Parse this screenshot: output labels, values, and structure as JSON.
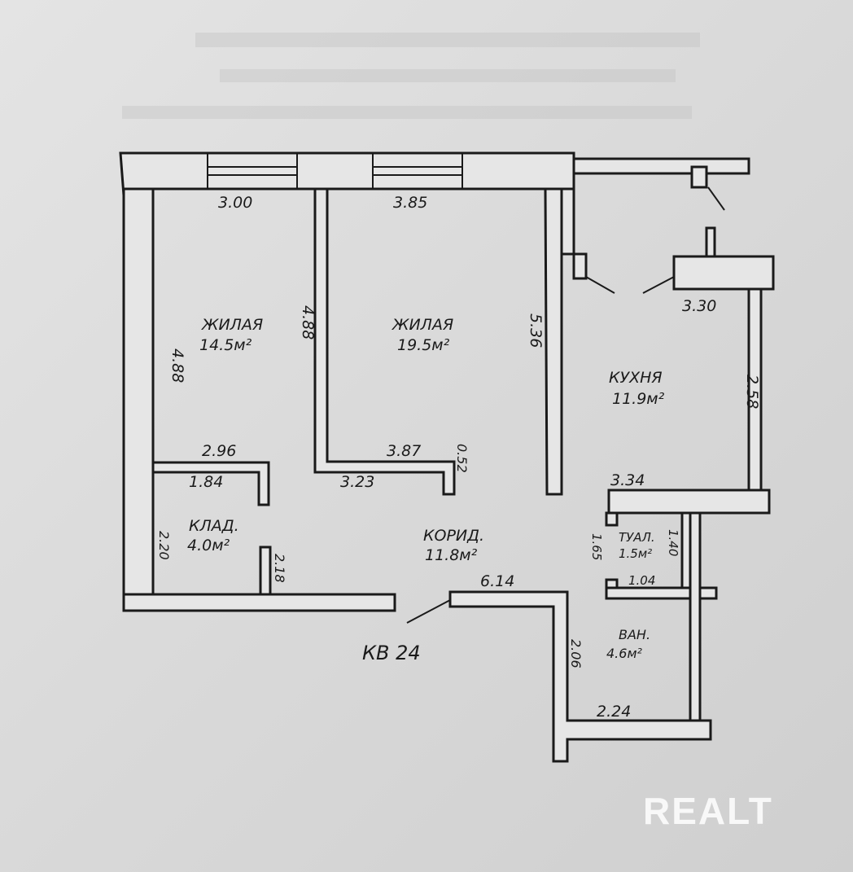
{
  "plan": {
    "apartment_label": "КВ 24",
    "rooms": [
      {
        "name": "ЖИЛАЯ",
        "area": "14.5м²"
      },
      {
        "name": "ЖИЛАЯ",
        "area": "19.5м²"
      },
      {
        "name": "КУХНЯ",
        "area": "11.9м²"
      },
      {
        "name": "КЛАД.",
        "area": "4.0м²"
      },
      {
        "name": "КОРИД.",
        "area": "11.8м²"
      },
      {
        "name": "ТУАЛ.",
        "area": "1.5м²"
      },
      {
        "name": "ВАН.",
        "area": "4.6м²"
      }
    ],
    "dimensions": {
      "room1_top": "3.00",
      "room2_top": "3.85",
      "room1_left": "4.88",
      "room2_left": "4.88",
      "room2_right": "5.36",
      "kitchen_top": "3.30",
      "kitchen_right": "2.58",
      "room1_bottom": "2.96",
      "room2_bottom": "3.87",
      "room2_step": "0.52",
      "klad_top": "1.84",
      "corridor_top": "3.23",
      "kitchen_bottom": "3.34",
      "klad_left": "2.20",
      "klad_right": "2.18",
      "toilet_left": "1.65",
      "toilet_right": "1.40",
      "toilet_bottom": "1.04",
      "corridor_bottom": "6.14",
      "bath_left": "2.06",
      "bath_bottom": "2.24"
    }
  },
  "watermark": "REALT"
}
